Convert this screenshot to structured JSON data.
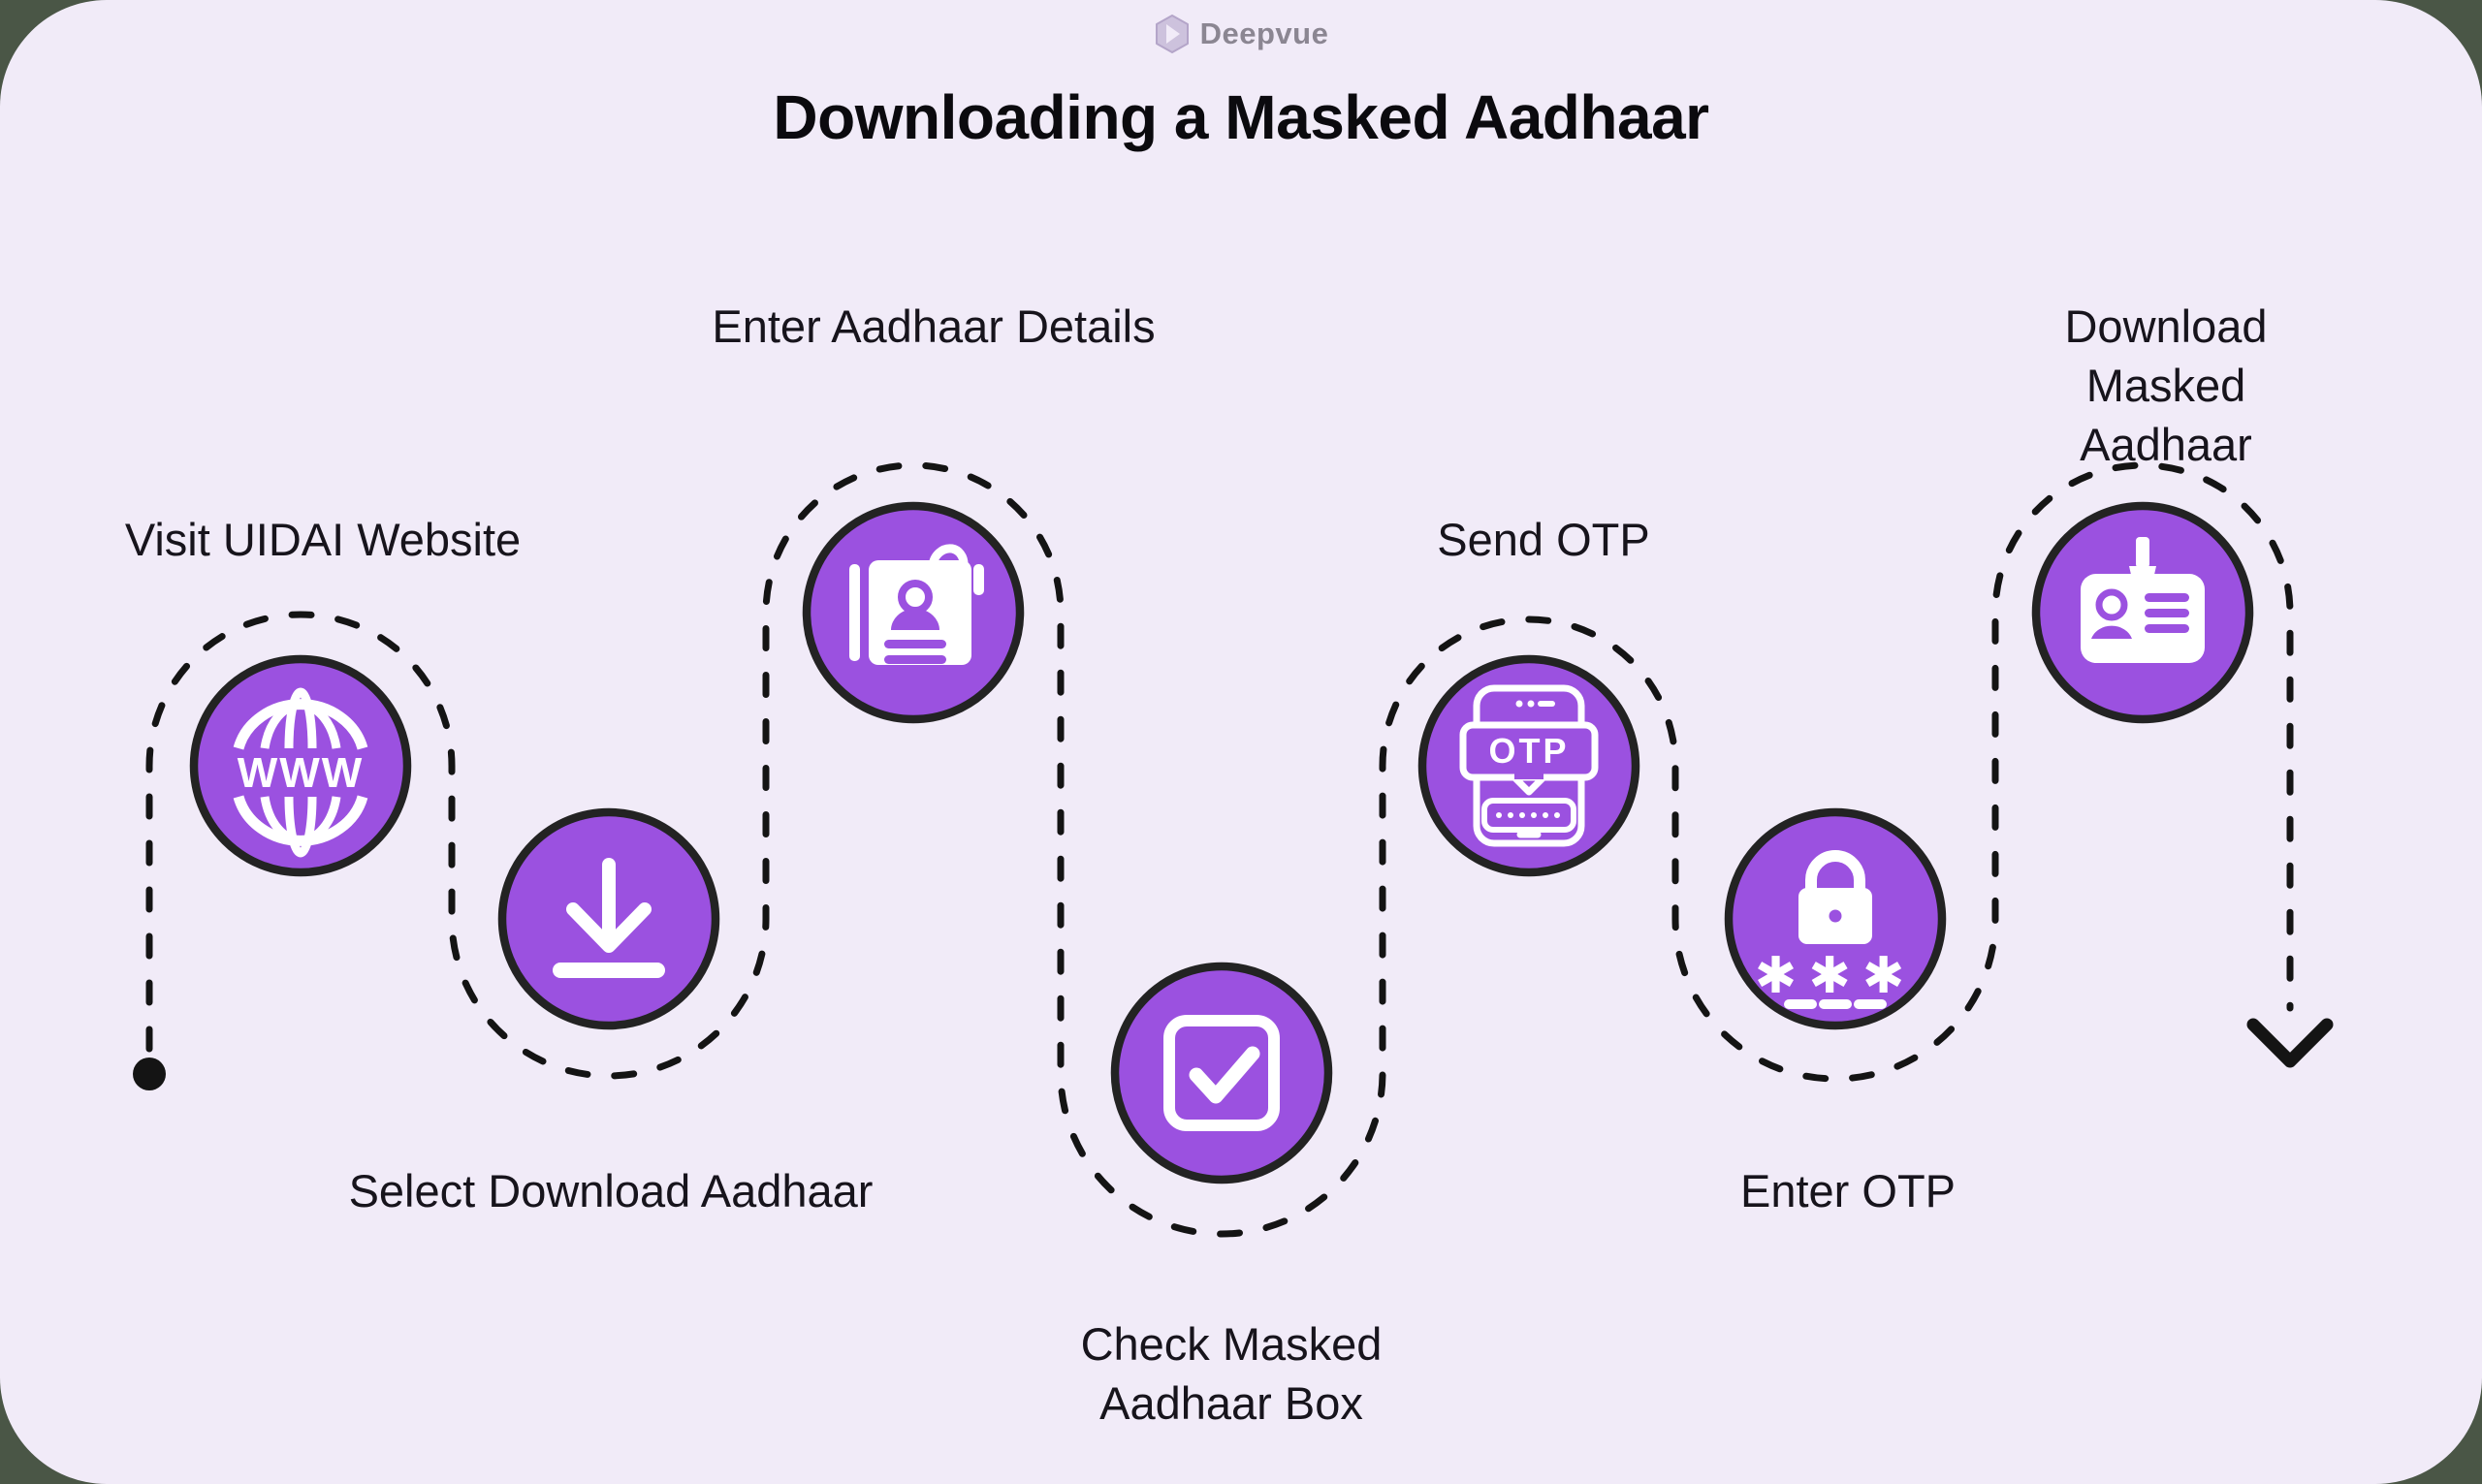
{
  "brand": {
    "name": "Deepvue"
  },
  "title": "Downloading a Masked Aadhaar",
  "steps": [
    {
      "label": "Visit UIDAI Website",
      "icon": "www-globe"
    },
    {
      "label": "Select Download Aadhaar",
      "icon": "download"
    },
    {
      "label": "Enter Aadhaar Details",
      "icon": "form-person"
    },
    {
      "label": "Check Masked Aadhaar Box",
      "icon": "checkbox-checked"
    },
    {
      "label": "Send OTP",
      "icon": "otp-phone"
    },
    {
      "label": "Enter OTP",
      "icon": "lock-password"
    },
    {
      "label": "Download Masked Aadhaar",
      "icon": "id-card"
    }
  ],
  "icon_text": {
    "globe": "WWW",
    "otp": "OTP",
    "password_mask": "✱✱✱"
  },
  "colors": {
    "accent": "#9B51E0",
    "panel_background": "#F1EBF8",
    "page_background": "#4A5646",
    "circle_outline": "#232323",
    "path_color": "#141414",
    "text": "#17141C",
    "logo_text": "#8B8692"
  }
}
